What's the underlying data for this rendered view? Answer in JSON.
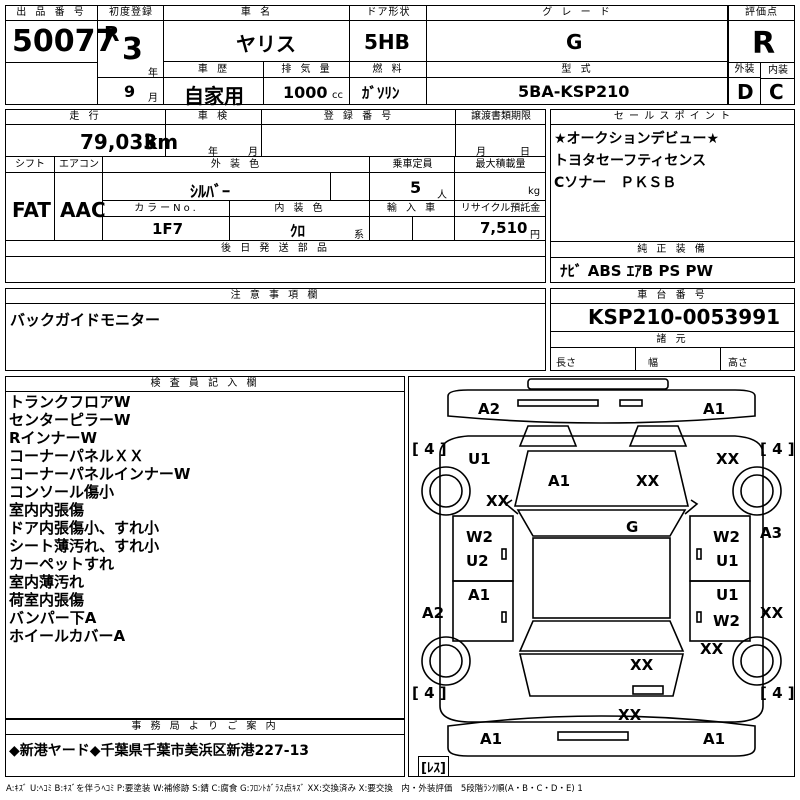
{
  "header_labels": {
    "lot_no": "出 品 番 号",
    "first_reg": "初度登録",
    "car_name": "車 名",
    "door": "ドア形状",
    "grade": "グ レ ー ド",
    "score": "評価点",
    "history": "車 歴",
    "displacement": "排 気 量",
    "fuel": "燃 料",
    "model": "型 式",
    "exterior": "外装",
    "interior": "内装",
    "mileage": "走 行",
    "inspection": "車 検",
    "reg_no": "登 録 番 号",
    "transfer": "譲渡書類期限",
    "sales": "セ ー ル ス ポ イ ン ト",
    "shift": "シフト",
    "aircon": "エアコン",
    "ext_color": "外 装 色",
    "capacity": "乗車定員",
    "max_load": "最大積載量",
    "color_no": "カラーNo.",
    "int_color": "内 装 色",
    "import": "輸 入 車",
    "recycle": "リサイクル預託金",
    "later_parts": "後 日 発 送 部 品",
    "genuine": "純 正 装 備",
    "notes": "注 意 事 項 欄",
    "chassis": "車 台 番 号",
    "specs": "諸 元",
    "inspector": "検 査 員 記 入 欄",
    "office": "事 務 局 よ り ご 案 内"
  },
  "vehicle": {
    "lot_no": "50077",
    "era": "R",
    "year": "3",
    "year_unit": "年",
    "month": "9",
    "month_unit": "月",
    "car_name": "ヤリス",
    "door": "5HB",
    "grade": "G",
    "score": "R",
    "history": "自家用",
    "displacement": "1000",
    "displacement_unit": "cc",
    "fuel": "ｶﾞｿﾘﾝ",
    "model": "5BA-KSP210",
    "exterior_grade": "D",
    "interior_grade": "C",
    "mileage": "79,033",
    "mileage_unit": "km",
    "insp_year_unit": "年",
    "insp_month_unit": "月",
    "transfer_month_unit": "月",
    "transfer_day_unit": "日",
    "shift": "FAT",
    "aircon": "AAC",
    "ext_color": "ｼﾙﾊﾞｰ",
    "capacity": "5",
    "capacity_unit": "人",
    "load_unit": "kg",
    "color_no": "1F7",
    "int_color": "ｸﾛ",
    "int_color_suffix": "系",
    "recycle": "7,510",
    "recycle_unit": "円",
    "genuine": "ﾅﾋﾞ ABS ｴｱB PS PW",
    "chassis": "KSP210-0053991",
    "length": "長さ",
    "width": "幅",
    "height": "高さ"
  },
  "sales_points": [
    "★オークションデビュー★",
    "トヨタセーフティセンス",
    "Cソナー　ＰＫＳＢ"
  ],
  "notes": "バックガイドモニター",
  "inspector_items": [
    "トランクフロアW",
    "センターピラーW",
    "RインナーW",
    "コーナーパネルＸＸ",
    "コーナーパネルインナーW",
    "コンソール傷小",
    "室内内張傷",
    "ドア内張傷小、すれ小",
    "シート薄汚れ、すれ小",
    "カーペットすれ",
    "室内薄汚れ",
    "荷室内張傷",
    "バンパー下A",
    "ホイールカバーA"
  ],
  "office_text": "◆新港ヤード◆千葉県千葉市美浜区新港227-13",
  "diagram": {
    "tire_fl": "[ 4 ]",
    "tire_fr": "[ 4 ]",
    "tire_rl": "[ 4 ]",
    "tire_rr": "[ 4 ]",
    "front_bumper_l": "A2",
    "front_bumper_r": "A1",
    "fender_fl": "U1",
    "fender_fr": "XX",
    "hood": "A1",
    "hood_r": "XX",
    "pillar_l": "XX",
    "roof": "G",
    "door_fl": "W2",
    "door_fl2": "U2",
    "door_fr": "W2",
    "door_fr2": "U1",
    "right_side": "A3",
    "door_rl": "A1",
    "door_rr": "U1",
    "door_rr2": "W2",
    "rocker_l": "A2",
    "rocker_r": "XX",
    "rear_fender_r": "XX",
    "trunk": "XX",
    "rear_bumper": "XX",
    "rear_l": "A1",
    "rear_r": "A1",
    "spare": "[ﾚｽ]"
  },
  "legend": "A:ｷｽﾞ U:ﾍｺﾐ B:ｷｽﾞを伴うﾍｺﾐ P:要塗装 W:補修跡 S:錆 C:腐食 G:ﾌﾛﾝﾄｶﾞﾗｽ点ｷｽﾞ XX:交換済み X:要交換　内・外装評価　5段階ﾗﾝｸ順(A・B・C・D・E) 1"
}
